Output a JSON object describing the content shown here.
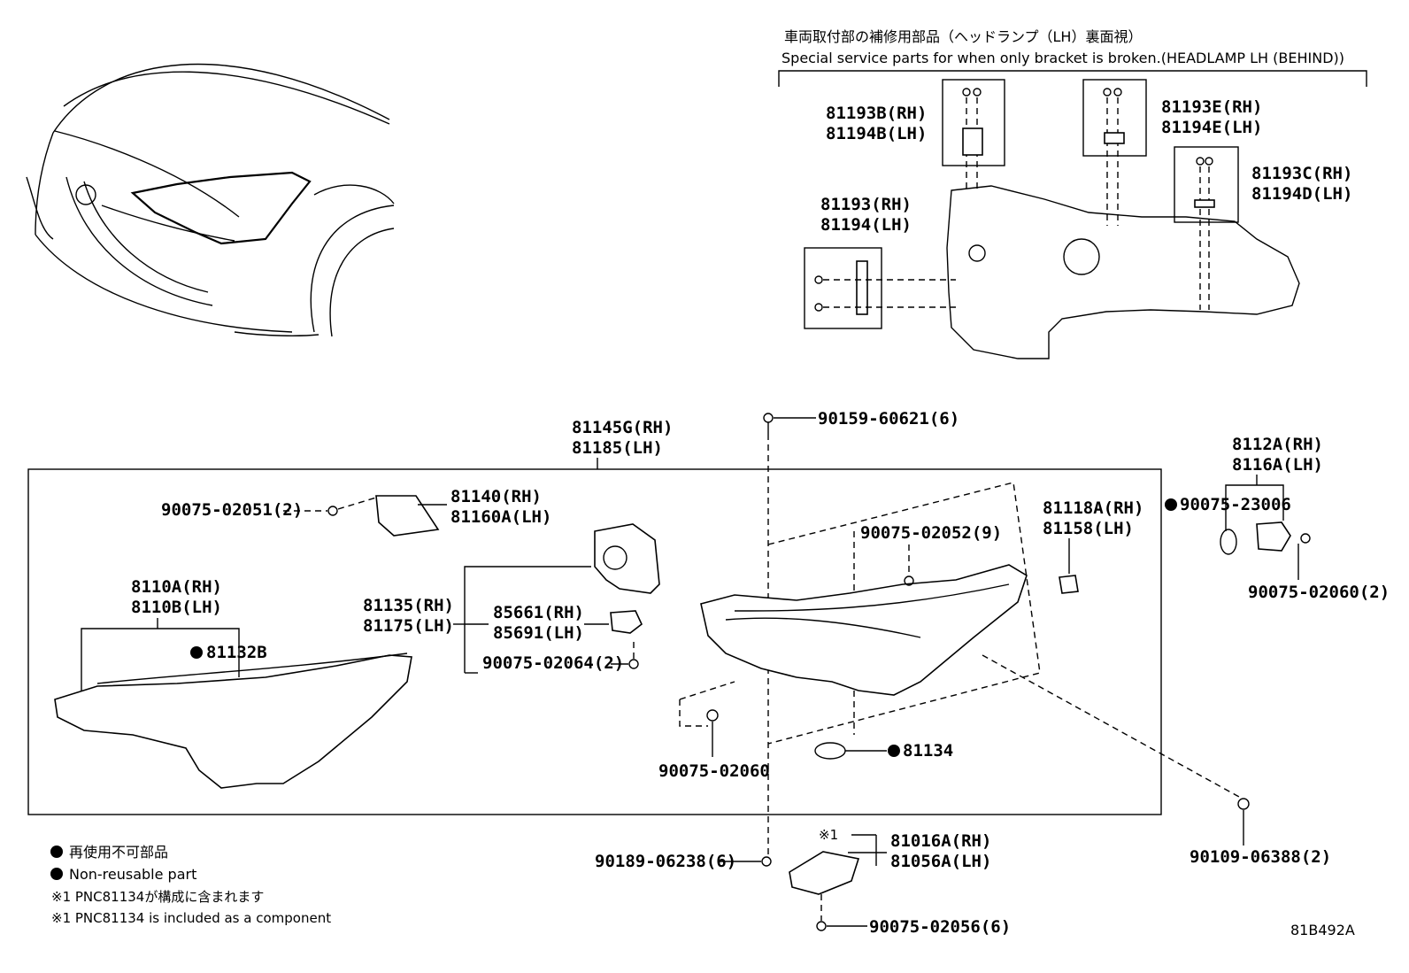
{
  "header": {
    "title_jp": "車両取付部の補修用部品（ヘッドランプ（LH）裏面視）",
    "title_en": "Special service parts for when only bracket is broken.(HEADLAMP LH (BEHIND))"
  },
  "bracket_parts": [
    {
      "id": "81193B(RH)"
    },
    {
      "id": "81194B(LH)"
    },
    {
      "id": "81193E(RH)"
    },
    {
      "id": "81194E(LH)"
    },
    {
      "id": "81193C(RH)"
    },
    {
      "id": "81194D(LH)"
    },
    {
      "id": "81193(RH)"
    },
    {
      "id": "81194(LH)"
    }
  ],
  "main_parts": {
    "assembly_rh": "81145G(RH)",
    "assembly_lh": "81185(LH)",
    "screw_top": "90159-60621(6)",
    "bracket_rh": "81140(RH)",
    "bracket_lh": "81160A(LH)",
    "screw_bracket": "90075-02051(2)",
    "lens_rh": "8110A(RH)",
    "lens_lh": "8110B(LH)",
    "gasket": "81132B",
    "unit_rh": "81135(RH)",
    "unit_lh": "81175(LH)",
    "socket_rh": "85661(RH)",
    "socket_lh": "85691(LH)",
    "screw_unit": "90075-02064(2)",
    "screw_housing": "90075-02052(9)",
    "bulb_rh": "81118A(RH)",
    "bulb_lh": "81158(LH)",
    "screw_lower": "90075-02060",
    "oring": "81134",
    "cap_rh": "8112A(RH)",
    "cap_lh": "8116A(LH)",
    "cap_seal": "90075-23006",
    "cap_screw": "90075-02060(2)",
    "screw_right": "90109-06388(2)",
    "screw_bottom": "90189-06238(6)",
    "ecu_note": "※1",
    "ecu_rh": "81016A(RH)",
    "ecu_lh": "81056A(LH)",
    "screw_ecu": "90075-02056(6)"
  },
  "legend": {
    "line1": "再使用不可部品",
    "line2": "Non-reusable part",
    "line3": "※1 PNC81134が構成に含まれます",
    "line4": "※1 PNC81134 is included as a component"
  },
  "figure_code": "81B492A"
}
